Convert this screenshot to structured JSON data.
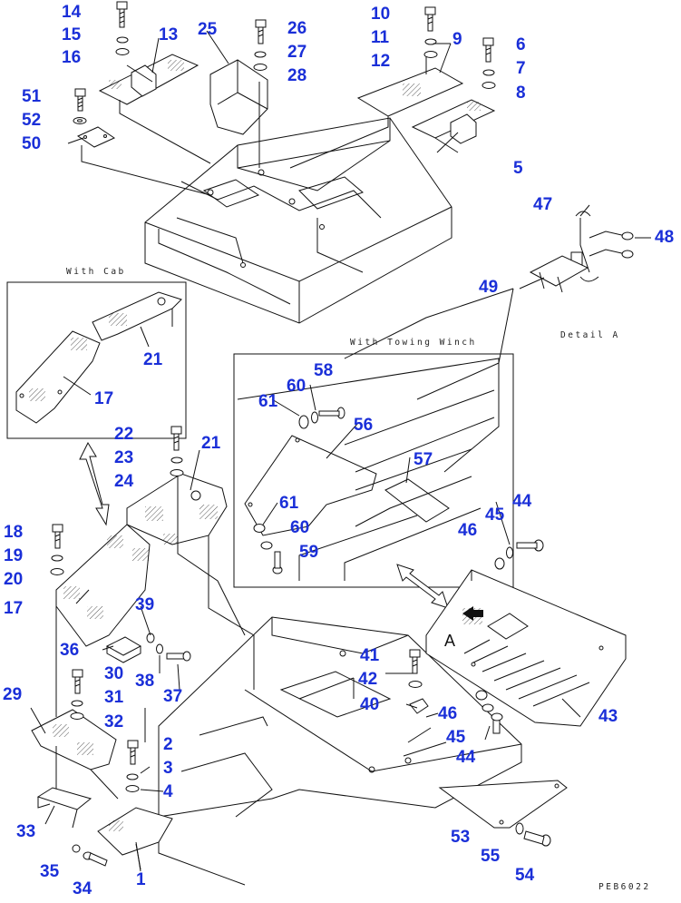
{
  "captions": {
    "with_cab": "With Cab",
    "with_towing_winch": "With Towing Winch",
    "detail_a": "Detail A",
    "detail_marker": "A",
    "drawing_code": "PEB6022"
  },
  "part_numbers": {
    "n1": "1",
    "n2": "2",
    "n3": "3",
    "n4": "4",
    "n5": "5",
    "n6": "6",
    "n7": "7",
    "n8": "8",
    "n9": "9",
    "n10": "10",
    "n11": "11",
    "n12": "12",
    "n13": "13",
    "n14": "14",
    "n15": "15",
    "n16": "16",
    "n17a": "17",
    "n17b": "17",
    "n18": "18",
    "n19": "19",
    "n20": "20",
    "n21a": "21",
    "n21b": "21",
    "n22": "22",
    "n23": "23",
    "n24": "24",
    "n25": "25",
    "n26": "26",
    "n27": "27",
    "n28": "28",
    "n29": "29",
    "n30": "30",
    "n31": "31",
    "n32": "32",
    "n33": "33",
    "n34": "34",
    "n35": "35",
    "n36": "36",
    "n37": "37",
    "n38": "38",
    "n39": "39",
    "n40": "40",
    "n41": "41",
    "n42": "42",
    "n43": "43",
    "n44a": "44",
    "n44b": "44",
    "n45a": "45",
    "n45b": "45",
    "n46a": "46",
    "n46b": "46",
    "n47": "47",
    "n48": "48",
    "n49": "49",
    "n50": "50",
    "n51": "51",
    "n52": "52",
    "n53": "53",
    "n54": "54",
    "n55": "55",
    "n56": "56",
    "n57": "57",
    "n58": "58",
    "n59": "59",
    "n60a": "60",
    "n60b": "60",
    "n61a": "61",
    "n61b": "61"
  },
  "colors": {
    "callout": "#1a2fd8",
    "line": "#111111",
    "background": "#ffffff"
  }
}
